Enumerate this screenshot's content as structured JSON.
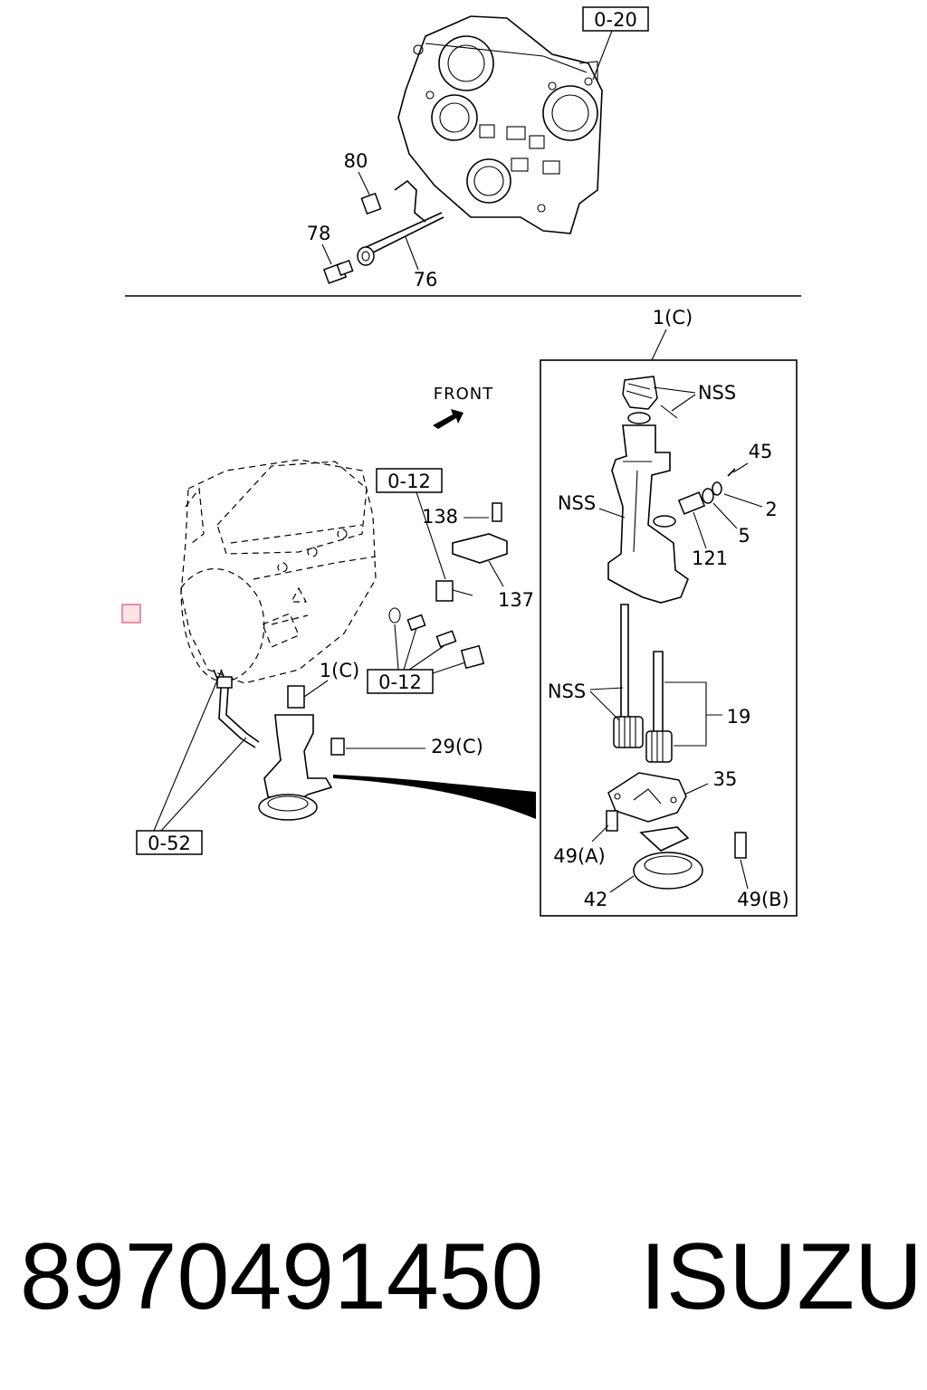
{
  "labels": {
    "ref_top": "0-20",
    "p80": "80",
    "p78": "78",
    "p76": "76",
    "p1c_top": "1(C)",
    "front": "FRONT",
    "ref_012_a": "0-12",
    "p138": "138",
    "p137": "137",
    "ref_012_b": "0-12",
    "p1c_mid": "1(C)",
    "p29c": "29(C)",
    "ref_052": "0-52",
    "nss_1": "NSS",
    "p45": "45",
    "nss_2": "NSS",
    "p2": "2",
    "p5": "5",
    "p121": "121",
    "nss_3": "NSS",
    "p19": "19",
    "p35": "35",
    "p49a": "49(A)",
    "p42": "42",
    "p49b": "49(B)"
  },
  "footer": {
    "part_number": "8970491450",
    "brand": "ISUZU"
  },
  "colors": {
    "marker": "#e06a7a",
    "marker_fill": "#fbe3e6"
  }
}
